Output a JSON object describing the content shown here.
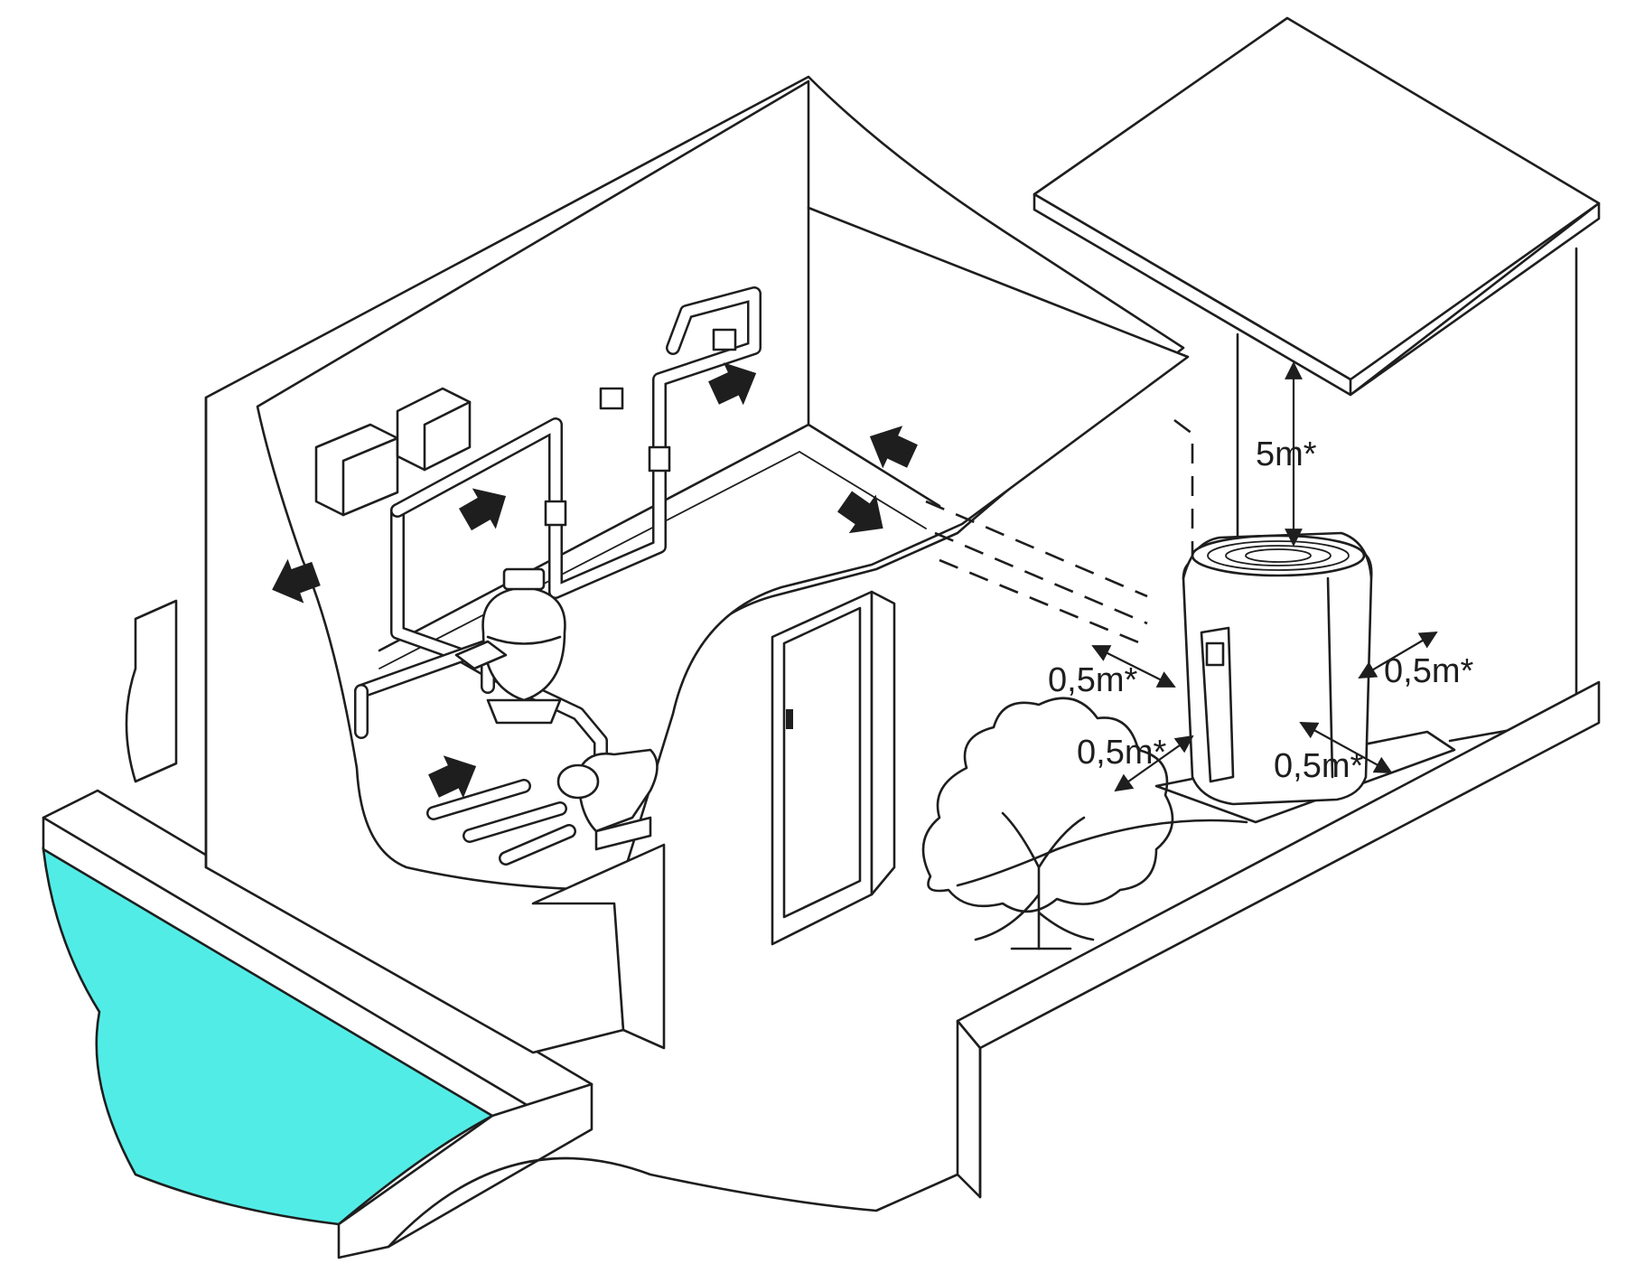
{
  "diagram": {
    "labels": {
      "height_clearance": "5m*",
      "front_left": "0,5m*",
      "right_side": "0,5m*",
      "front_bottom": "0,5m*",
      "rear_bottom": "0,5m*"
    },
    "colors": {
      "pool_water": "#52ece6",
      "line": "#1e1e1e",
      "background": "#ffffff"
    },
    "icons": [
      "flow-arrow",
      "sand-filter",
      "pool-pump",
      "valve",
      "heat-pump",
      "tree"
    ]
  }
}
